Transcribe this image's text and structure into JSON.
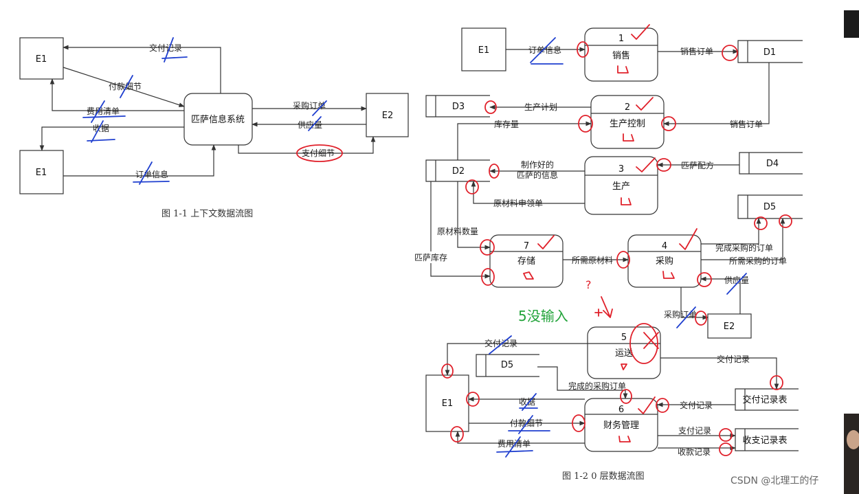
{
  "context_diagram": {
    "caption": "图 1-1    上下文数据流图",
    "entity_e1_top": "E1",
    "entity_e1_bottom": "E1",
    "entity_e2": "E2",
    "system": "匹萨信息系统",
    "flows": {
      "delivery_record": "交付记录",
      "payment_detail": "付款细节",
      "fee_list": "费用清单",
      "receipt": "收据",
      "order_info": "订单信息",
      "purchase_order": "采购订单",
      "supply": "供应量",
      "pay_detail": "支付细节"
    }
  },
  "level0_diagram": {
    "caption": "图 1-2    0 层数据流图",
    "entities": {
      "e1_top": "E1",
      "e1_bottom": "E1",
      "e2": "E2"
    },
    "stores": {
      "d1": "D1",
      "d2": "D2",
      "d3": "D3",
      "d4": "D4",
      "d5_top": "D5",
      "d5_bottom": "D5",
      "delivery_table": "交付记录表",
      "finance_table": "收支记录表"
    },
    "processes": [
      {
        "num": "1",
        "name": "销售"
      },
      {
        "num": "2",
        "name": "生产控制"
      },
      {
        "num": "3",
        "name": "生产"
      },
      {
        "num": "7",
        "name": "存储"
      },
      {
        "num": "4",
        "name": "采购"
      },
      {
        "num": "5",
        "name": "运送"
      },
      {
        "num": "6",
        "name": "财务管理"
      }
    ],
    "flows": {
      "order_info": "订单信息",
      "sales_order_1": "销售订单",
      "sales_order_2": "销售订单",
      "production_plan": "生产计划",
      "inventory": "库存量",
      "finished_pizza_l1": "制作好的",
      "finished_pizza_l2": "匹萨的信息",
      "pizza_recipe": "匹萨配方",
      "material_request": "原材料申领单",
      "material_qty": "原材料数量",
      "pizza_stock": "匹萨库存",
      "needed_material": "所需原材料",
      "done_purchase_order": "完成采购的订单",
      "needed_purchase_order": "所需采购的订单",
      "supply": "供应量",
      "purchase_order": "采购订单",
      "delivery_record_1": "交付记录",
      "delivery_record_2": "交付记录",
      "delivery_record_3": "交付记录",
      "done_purchase_order_2": "完成的采购订单",
      "receipt": "收据",
      "payment_detail": "付款细节",
      "fee_list": "费用清单",
      "pay_record": "支付记录",
      "receive_record": "收款记录"
    }
  },
  "annotation": {
    "note": "5没输入",
    "question": "?"
  },
  "watermark": "CSDN @北理工的仔",
  "colors": {
    "red_marks": "#e0202a",
    "blue_marks": "#1f3fcf",
    "note_green": "#22a33a"
  }
}
